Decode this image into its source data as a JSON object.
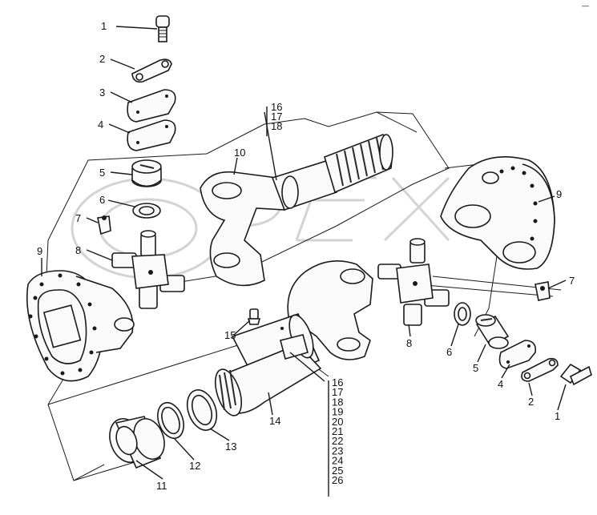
{
  "diagram": {
    "watermark": "OPEX",
    "corner_mark": "—",
    "callouts": {
      "p1_top": "1",
      "p2_top": "2",
      "p3": "3",
      "p4_top": "4",
      "p5_top": "5",
      "p6_top": "6",
      "p7_left": "7",
      "p8_left": "8",
      "p9_left": "9",
      "p10": "10",
      "p9_right": "9",
      "p7_right": "7",
      "p8_right": "8",
      "p6_right": "6",
      "p5_right": "5",
      "p4_right": "4",
      "p2_right": "2",
      "p1_right": "1",
      "p11": "11",
      "p12": "12",
      "p13": "13",
      "p14": "14",
      "p15": "15"
    },
    "shaft_group": [
      "16",
      "17",
      "18"
    ],
    "tube_group": [
      "16",
      "17",
      "18",
      "19",
      "20",
      "21",
      "22",
      "23",
      "24",
      "25",
      "26"
    ]
  }
}
